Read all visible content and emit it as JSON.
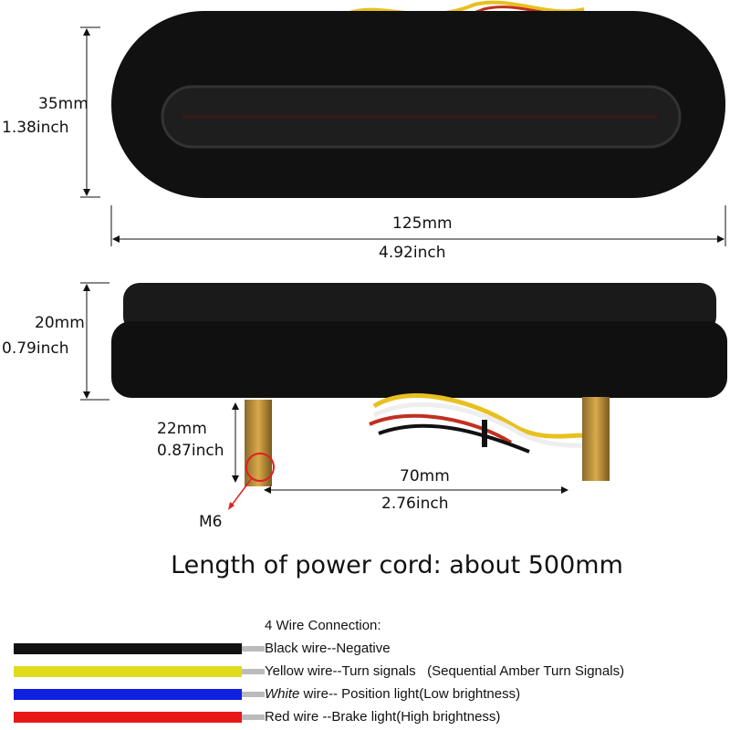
{
  "top_view": {
    "height_mm": "35mm",
    "height_in": "1.38inch",
    "length_mm": "125mm",
    "length_in": "4.92inch"
  },
  "side_view": {
    "depth_mm": "20mm",
    "depth_in": "0.79inch",
    "bolt_mm": "22mm",
    "bolt_in": "0.87inch",
    "bolt_size": "M6",
    "spacing_mm": "70mm",
    "spacing_in": "2.76inch"
  },
  "cord_text": "Length of power cord: about 500mm",
  "wiring": {
    "title": "4 Wire Connection:",
    "wires": [
      {
        "color": "#111111",
        "label": "Black wire--Negative"
      },
      {
        "color": "#e0dc1c",
        "label": "Yellow wire--Turn signals   (Sequential Amber Turn Signals)"
      },
      {
        "color": "#1020e0",
        "label_em": "White",
        "label": " wire-- Position light(Low brightness)"
      },
      {
        "color": "#e81818",
        "label": "Red wire --Brake light(High brightness)"
      }
    ]
  }
}
